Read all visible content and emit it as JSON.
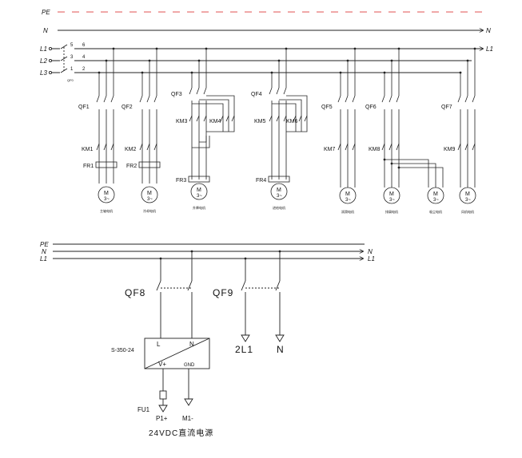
{
  "colors": {
    "wire": "#222222",
    "pe_dash": "#e05050",
    "paper": "#ffffff"
  },
  "top_bus": {
    "pe": "PE",
    "n": "N",
    "n_right": "N",
    "l1": "L1",
    "l2": "L2",
    "l3": "L3",
    "l1_right": "L1"
  },
  "main_switch": {
    "n1": "5",
    "n2": "3",
    "n3": "1",
    "n4": "6",
    "n5": "4",
    "n6": "2",
    "tag": "QF0"
  },
  "breakers": [
    "QF1",
    "QF2",
    "QF3",
    "QF4",
    "QF5",
    "QF6",
    "QF7"
  ],
  "contactors": [
    "KM1",
    "KM2",
    "KM3",
    "KM4",
    "KM5",
    "KM6",
    "KM7",
    "KM8",
    "KM9"
  ],
  "relays": [
    "FR1",
    "FR2",
    "FR3",
    "FR4"
  ],
  "motor": {
    "m": "M",
    "phase": "3~"
  },
  "motor_tags": [
    "主轴电机",
    "冷却电机",
    "升降电机",
    "进给电机",
    "润滑电机",
    "排屑电机",
    "吸尘电机",
    "风机电机"
  ],
  "bottom_bus": {
    "pe": "PE",
    "n": "N",
    "n_right": "N",
    "l1": "L1",
    "l1_right": "L1"
  },
  "control": {
    "qf8": "QF8",
    "qf9": "QF9",
    "psu_model": "S-350-24",
    "psu_l": "L",
    "psu_n": "N",
    "psu_vplus": "V+",
    "psu_gnd": "GND",
    "out_2l1": "2L1",
    "out_n": "N",
    "fuse": "FU1",
    "p1": "P1+",
    "m1": "M1-",
    "caption": "24VDC直流电源"
  }
}
